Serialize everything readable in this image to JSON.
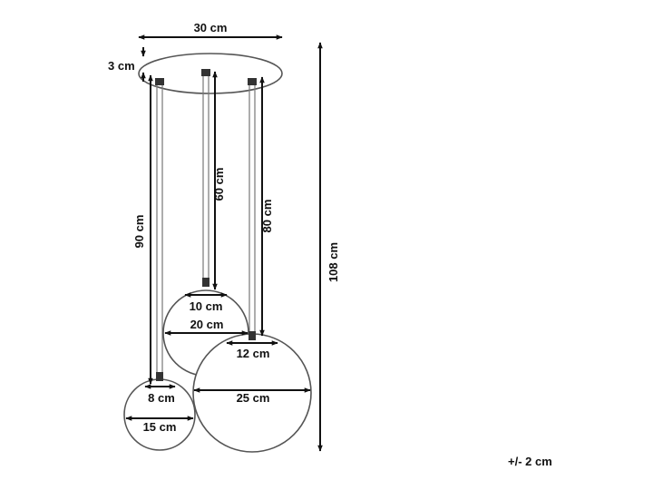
{
  "colors": {
    "line": "#111111",
    "outline": "#555555",
    "cord": "#777777",
    "background": "#ffffff"
  },
  "labels": {
    "canopy_width": "30 cm",
    "canopy_height": "3 cm",
    "total_height": "108 cm",
    "cord_long": "90 cm",
    "cord_short": "60 cm",
    "cord_mid": "80 cm",
    "shade_small_opening": "8 cm",
    "shade_small_diameter": "15 cm",
    "shade_medium_opening": "10 cm",
    "shade_medium_diameter": "20 cm",
    "shade_large_opening": "12 cm",
    "shade_large_diameter": "25 cm",
    "tolerance": "+/- 2 cm"
  }
}
